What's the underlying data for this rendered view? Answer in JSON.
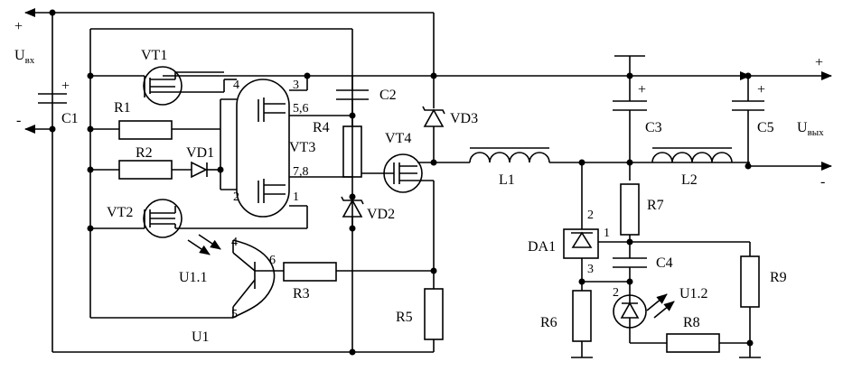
{
  "labels": {
    "uin_plus": "+",
    "uin_name": "U",
    "uin_sub": "вх",
    "uin_minus": "-",
    "c1": "C1",
    "c1_plus": "+",
    "vt1": "VT1",
    "r1": "R1",
    "r2": "R2",
    "vd1": "VD1",
    "vt2": "VT2",
    "vt3": "VT3",
    "c2": "C2",
    "r4": "R4",
    "vd2": "VD2",
    "vd3": "VD3",
    "vt4": "VT4",
    "u1_1": "U1.1",
    "r3": "R3",
    "u1": "U1",
    "r5": "R5",
    "l1": "L1",
    "l2": "L2",
    "c3": "C3",
    "c3_plus": "+",
    "c5": "C5",
    "c5_plus": "+",
    "uout_plus": "+",
    "uout_name": "U",
    "uout_sub": "вых",
    "uout_minus": "-",
    "r7": "R7",
    "da1": "DA1",
    "c4": "C4",
    "r9": "R9",
    "u1_2": "U1.2",
    "r6": "R6",
    "r8": "R8"
  },
  "pins": {
    "vt3_4": "4",
    "vt3_3": "3",
    "vt3_56": "5,6",
    "vt3_78": "7,8",
    "vt3_2": "2",
    "vt3_1": "1",
    "u1_4": "4",
    "u1_6": "6",
    "u1_5": "5",
    "da1_2": "2",
    "da1_1": "1",
    "da1_3": "3",
    "u12_2": "2"
  }
}
